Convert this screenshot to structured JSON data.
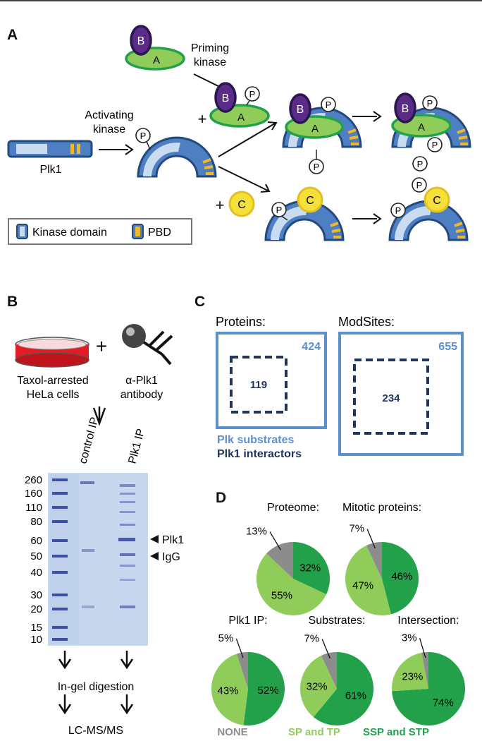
{
  "panelA": {
    "letter": "A",
    "protein_b": "B",
    "protein_a": "A",
    "protein_c": "C",
    "phospho": "P",
    "plus": "+",
    "priming_kinase": [
      "Priming",
      "kinase"
    ],
    "activating_kinase": [
      "Activating",
      "kinase"
    ],
    "plk1_label": "Plk1",
    "legend": {
      "kinase_domain": "Kinase domain",
      "pbd": "PBD"
    }
  },
  "panelB": {
    "letter": "B",
    "cells_label": [
      "Taxol-arrested",
      "HeLa cells"
    ],
    "antibody_label": [
      "α-Plk1",
      "antibody"
    ],
    "plus": "+",
    "lane_labels": [
      "control IP",
      "Plk1 IP"
    ],
    "mw_markers": [
      "260",
      "160",
      "110",
      "80",
      "60",
      "50",
      "40",
      "30",
      "20",
      "15",
      "10"
    ],
    "band_labels": [
      "Plk1",
      "IgG"
    ],
    "step1": "In-gel digestion",
    "step2": "LC-MS/MS"
  },
  "panelC": {
    "letter": "C",
    "boxes": [
      {
        "title": "Proteins:",
        "outer": "424",
        "inner": "119"
      },
      {
        "title": "ModSites:",
        "outer": "655",
        "inner": "234"
      }
    ],
    "legend": [
      {
        "label": "Plk substrates",
        "color": "#5b8fcf"
      },
      {
        "label": "Plk1 interactors",
        "color": "#1f3560"
      }
    ]
  },
  "panelD": {
    "letter": "D",
    "colors": {
      "none": "#8c8c8c",
      "sp_tp": "#8fcc59",
      "ssp_stp": "#22a14a"
    },
    "pies": [
      {
        "title": "Proteome:",
        "none": 13,
        "sp_tp": 55,
        "ssp_stp": 32,
        "labels": [
          "13%",
          "55%",
          "32%"
        ]
      },
      {
        "title": "Mitotic proteins:",
        "none": 7,
        "sp_tp": 47,
        "ssp_stp": 46,
        "labels": [
          "7%",
          "47%",
          "46%"
        ]
      },
      {
        "title": "Plk1 IP:",
        "none": 5,
        "sp_tp": 43,
        "ssp_stp": 52,
        "labels": [
          "5%",
          "43%",
          "52%"
        ]
      },
      {
        "title": "Substrates:",
        "none": 7,
        "sp_tp": 32,
        "ssp_stp": 61,
        "labels": [
          "7%",
          "32%",
          "61%"
        ]
      },
      {
        "title": "Intersection:",
        "none": 3,
        "sp_tp": 23,
        "ssp_stp": 74,
        "labels": [
          "3%",
          "23%",
          "74%"
        ]
      }
    ],
    "legend": [
      {
        "label": "NONE",
        "color": "#8c8c8c"
      },
      {
        "label": "SP and TP",
        "color": "#8fcc59"
      },
      {
        "label": "SSP and STP",
        "color": "#22a14a"
      }
    ]
  }
}
